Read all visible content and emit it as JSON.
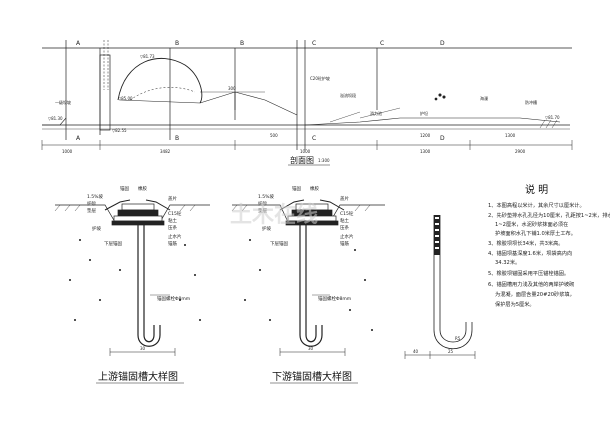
{
  "profile": {
    "caption": "剖面图",
    "scale": "1:300",
    "zones": [
      "A",
      "B",
      "B",
      "C",
      "C",
      "D",
      "A",
      "B",
      "C",
      "D"
    ],
    "elevations": [
      "▽81.73",
      "▽85.00",
      "▽81.30",
      "▽82.55",
      "▽81.70"
    ],
    "dims": [
      "1000",
      "3482",
      "1000",
      "1200",
      "2900",
      "1300",
      "1300",
      "500"
    ],
    "dim_mid": "300",
    "annotations": [
      "一级坝坡",
      "C20砼护坡",
      "溢流坝段",
      "消力池",
      "海漫",
      "防冲槽",
      "护坦"
    ]
  },
  "detail_up": {
    "title": "上游锚固槽大样图",
    "labels": [
      "1.5%坡",
      "锚固",
      "橡胶",
      "护砂",
      "垫层",
      "盖片",
      "C15砼",
      "粘土",
      "压条",
      "护坡",
      "锚筋",
      "止水片",
      "下层锚固",
      "锚固螺栓Φ8mm"
    ],
    "dims": [
      "30"
    ]
  },
  "detail_down": {
    "title": "下游锚固槽大样图",
    "labels": [
      "1.5%坡",
      "锚固",
      "橡胶",
      "护砂",
      "垫层",
      "盖片",
      "C15砼",
      "粘土",
      "压条",
      "护坡",
      "锚筋",
      "止水片",
      "下层锚固",
      "锚固螺栓Φ8mm"
    ],
    "dims": [
      "30"
    ]
  },
  "anchor": {
    "dims": [
      "40",
      "R5",
      "25"
    ]
  },
  "notes": {
    "title": "说  明",
    "items": [
      "1、本图高程以米计，其余尺寸以厘米计。",
      "2、先砂垫排水孔孔径为10厘米，孔距按1~2米，排水孔应伸入",
      "1~2厘米，水泥砂浆抹面必须在",
      "护坡面积水孔下铺1.0米厚土工布。",
      "3、橡胶坝坝长34米，共3米高。",
      "4、锚固坝基深度1.6米，坝袋高内向",
      "34.32米。",
      "5、橡胶坝锚固采用平压锚栓锚固。",
      "6、锚固槽用力浅及其他的两岸护坡砌",
      "为混凝，面层含量20#20砂浆填，",
      "保护层为5厘米。"
    ]
  },
  "watermark": "土木在线"
}
